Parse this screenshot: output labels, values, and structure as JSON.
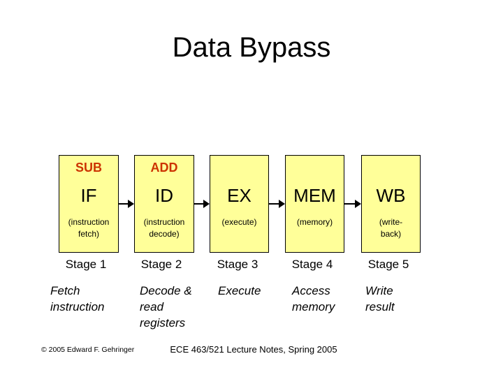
{
  "title": "Data Bypass",
  "colors": {
    "box_fill": "#FFFF99",
    "box_border": "#000000",
    "instruction_red": "#CC3300",
    "text": "#000000"
  },
  "stages": [
    {
      "instruction": "SUB",
      "abbr": "IF",
      "detail": "(instruction\nfetch)",
      "stage_label": "Stage 1",
      "description": "Fetch\ninstruction"
    },
    {
      "instruction": "ADD",
      "abbr": "ID",
      "detail": "(instruction\ndecode)",
      "stage_label": "Stage 2",
      "description": "Decode &\nread\nregisters"
    },
    {
      "instruction": "",
      "abbr": "EX",
      "detail": "(execute)",
      "stage_label": "Stage 3",
      "description": "Execute"
    },
    {
      "instruction": "",
      "abbr": "MEM",
      "detail": "(memory)",
      "stage_label": "Stage 4",
      "description": "Access\nmemory"
    },
    {
      "instruction": "",
      "abbr": "WB",
      "detail": "(write-\nback)",
      "stage_label": "Stage 5",
      "description": "Write\nresult"
    }
  ],
  "footer": {
    "copyright": "© 2005 Edward F. Gehringer",
    "course": "ECE 463/521 Lecture Notes, Spring 2005"
  }
}
